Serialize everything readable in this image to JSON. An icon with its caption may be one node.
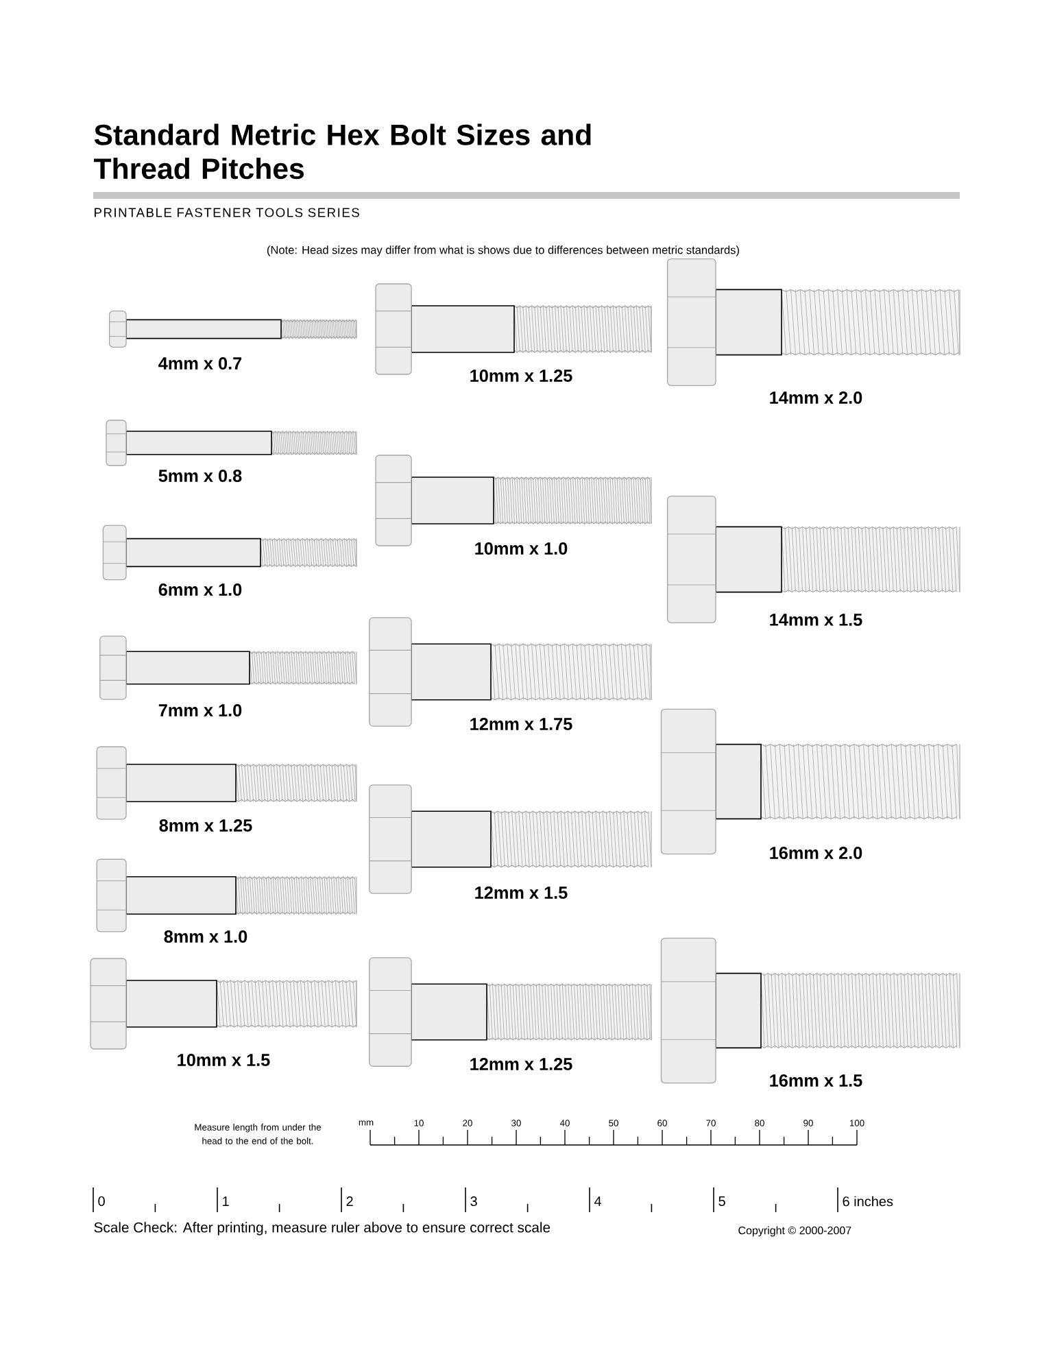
{
  "diagram": {
    "title": "Standard Metric Hex Bolt Sizes and Thread Pitches",
    "labels": [
      "PRINTABLE FASTENER TOOLS SERIES",
      "(Note: Head sizes may differ from what is shows due to differences between metric standards)",
      "4mm x 0.7",
      "5mm x 0.8",
      "6mm x 1.0",
      "7mm x 1.0",
      "8mm x 1.25",
      "8mm x 1.0",
      "10mm x 1.5",
      "10mm x 1.25",
      "10mm x 1.0",
      "12mm x 1.75",
      "12mm x 1.5",
      "12mm x 1.25",
      "14mm x 2.0",
      "14mm x 1.5",
      "16mm x 2.0",
      "16mm x 1.5",
      "Measure length from under the head to the end of the bolt.",
      "mm",
      "10",
      "20",
      "30",
      "40",
      "50",
      "60",
      "70",
      "80",
      "90",
      "100",
      "0",
      "1",
      "2",
      "3",
      "4",
      "5",
      "6 inches",
      "Scale Check: After printing, measure ruler above to ensure correct scale",
      "Copyright © 2000-2007"
    ]
  }
}
